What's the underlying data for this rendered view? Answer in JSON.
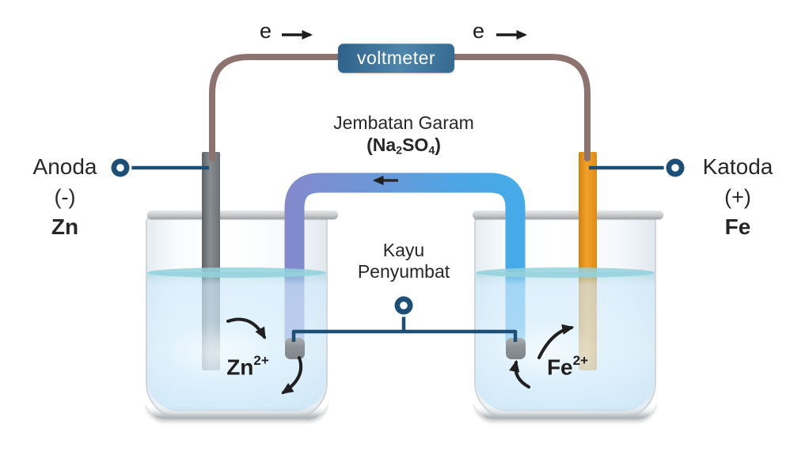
{
  "voltmeter": {
    "label": "voltmeter"
  },
  "electron_flow": {
    "left": "e",
    "right": "e"
  },
  "salt_bridge": {
    "title": "Jembatan Garam",
    "formula": {
      "p1": "(Na",
      "s1": "2",
      "p2": "SO",
      "s2": "4",
      "p3": ")"
    }
  },
  "stopper": {
    "line1": "Kayu",
    "line2": "Penyumbat"
  },
  "anode": {
    "name": "Anoda",
    "sign": "(-)",
    "element": "Zn"
  },
  "cathode": {
    "name": "Katoda",
    "sign": "(+)",
    "element": "Fe"
  },
  "ions": {
    "anode": {
      "base": "Zn",
      "charge": "2+"
    },
    "cathode": {
      "base": "Fe",
      "charge": "2+"
    }
  },
  "colors": {
    "wire": "#8C7370",
    "voltmeter_dark": "#2B5A82",
    "voltmeter_light": "#4E86AD",
    "callout": "#1D4E75",
    "bridge_left": "#8588CC",
    "bridge_right": "#45ABE9",
    "anode_electrode": "#6E7478",
    "cathode_electrode": "#E8921F",
    "water": "#CDE8F7",
    "water_surface": "#94D1DD",
    "plug": "#8D9499",
    "arrow": "#1F1F1F"
  }
}
